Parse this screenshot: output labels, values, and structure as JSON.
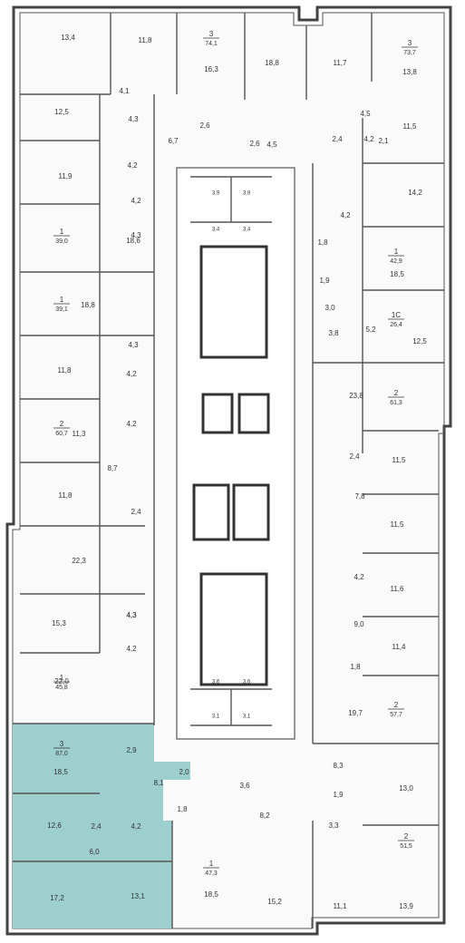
{
  "colors": {
    "highlight": "#9ecfcf",
    "wall": "#555555",
    "text": "#333333",
    "corridor": "#ffffff"
  },
  "apartments": [
    {
      "id": "apt-left-top",
      "rooms_count": "3",
      "area": "74,1"
    },
    {
      "id": "apt-right-top",
      "rooms_count": "3",
      "area": "73,7"
    },
    {
      "id": "apt-left-2",
      "rooms_count": "1",
      "area": "39,0"
    },
    {
      "id": "apt-right-2",
      "rooms_count": "1",
      "area": "42,9"
    },
    {
      "id": "apt-left-3",
      "rooms_count": "1",
      "area": "39,1"
    },
    {
      "id": "apt-right-studio",
      "rooms_count": "1С",
      "area": "26,4"
    },
    {
      "id": "apt-left-4",
      "rooms_count": "2",
      "area": "60,7"
    },
    {
      "id": "apt-right-3",
      "rooms_count": "2",
      "area": "61,3"
    },
    {
      "id": "apt-left-5",
      "rooms_count": "1",
      "area": "45,8"
    },
    {
      "id": "apt-right-4",
      "rooms_count": "2",
      "area": "57,7"
    },
    {
      "id": "apt-left-highlight",
      "rooms_count": "3",
      "area": "87,0"
    },
    {
      "id": "apt-bottom-mid",
      "rooms_count": "1",
      "area": "47,3"
    },
    {
      "id": "apt-right-bottom",
      "rooms_count": "2",
      "area": "51,5"
    }
  ],
  "rooms": [
    "13,4",
    "11,8",
    "16,3",
    "18,8",
    "11,7",
    "13,8",
    "4,1",
    "12,5",
    "4,3",
    "4,5",
    "11,5",
    "2,6",
    "2,6",
    "6,7",
    "4,2",
    "4,5",
    "2,1",
    "11,9",
    "4,2",
    "2,4",
    "4,2",
    "14,2",
    "4,3",
    "3,9",
    "3,9",
    "3,4",
    "3,4",
    "4,2",
    "18,6",
    "1,8",
    "18,5",
    "1,9",
    "3,0",
    "18,8",
    "5,2",
    "3,8",
    "12,5",
    "4,3",
    "11,8",
    "4,2",
    "23,8",
    "4,2",
    "11,3",
    "2,4",
    "11,5",
    "8,7",
    "7,8",
    "11,8",
    "2,4",
    "11,5",
    "22,3",
    "4,3",
    "4,2",
    "11,6",
    "4,3",
    "15,3",
    "4,2",
    "9,0",
    "11,4",
    "1,8",
    "22,0",
    "3,6",
    "3,6",
    "3,1",
    "3,1",
    "19,7",
    "2,9",
    "8,1",
    "18,5",
    "2,0",
    "3,6",
    "8,3",
    "1,9",
    "13,0",
    "1,8",
    "8,2",
    "12,6",
    "2,4",
    "6,0",
    "4,2",
    "3,3",
    "17,2",
    "13,1",
    "18,5",
    "15,2",
    "11,1",
    "13,9"
  ]
}
